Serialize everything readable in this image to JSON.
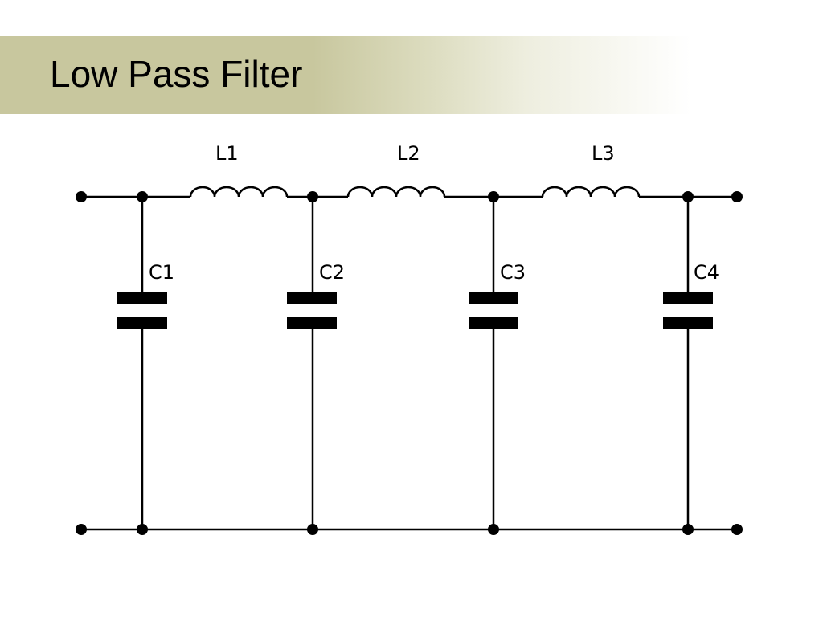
{
  "slide": {
    "title": "Low Pass Filter"
  },
  "circuit": {
    "inductors": [
      {
        "label": "L1"
      },
      {
        "label": "L2"
      },
      {
        "label": "L3"
      }
    ],
    "capacitors": [
      {
        "label": "C1"
      },
      {
        "label": "C2"
      },
      {
        "label": "C3"
      },
      {
        "label": "C4"
      }
    ]
  },
  "colors": {
    "title_band": "#c8c79e",
    "wire": "#000000"
  }
}
